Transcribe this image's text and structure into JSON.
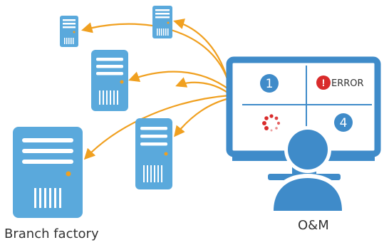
{
  "labels": {
    "branch": "Branch factory",
    "om": "O&M"
  },
  "monitor": {
    "panel1_text": "1",
    "panel2_icon_text": "!",
    "panel2_text": "ERROR",
    "panel4_text": "4"
  },
  "colors": {
    "server_fill": "#5aa9dc",
    "server_dark": "#3f8fc7",
    "monitor_blue": "#3f8bc9",
    "arrow": "#f0a020",
    "error_red": "#d92b2b",
    "led": "#f0a020"
  },
  "icons": [
    "server-icon",
    "monitor-icon",
    "user-icon",
    "loading-spinner-icon",
    "error-icon"
  ]
}
